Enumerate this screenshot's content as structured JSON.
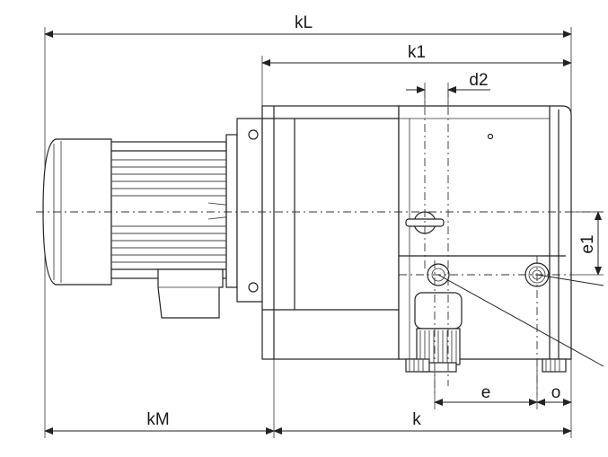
{
  "dimensions": {
    "kL": "kL",
    "k1": "k1",
    "d2": "d2",
    "e1": "e1",
    "kM": "kM",
    "k": "k",
    "e": "e",
    "o": "o"
  }
}
